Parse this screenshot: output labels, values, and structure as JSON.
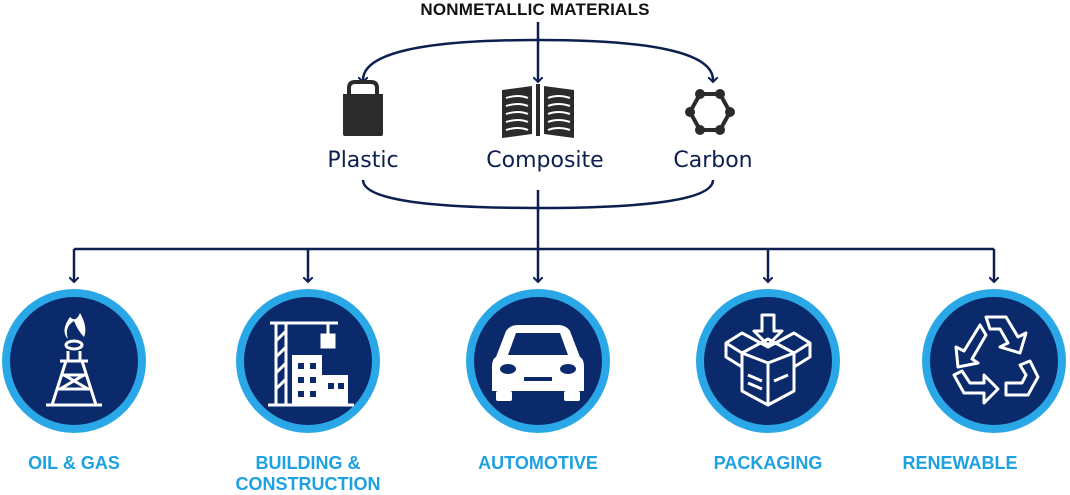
{
  "title": "NONMETALLIC MATERIALS",
  "materials": [
    {
      "label": "Plastic",
      "icon": "shopping-bag-icon"
    },
    {
      "label": "Composite",
      "icon": "layered-sheets-icon"
    },
    {
      "label": "Carbon",
      "icon": "hexagon-molecule-icon"
    }
  ],
  "applications": [
    {
      "label": "OIL & GAS",
      "icon": "oil-rig-flame-icon"
    },
    {
      "label": "BUILDING & CONSTRUCTION",
      "line1": "BUILDING &",
      "line2": "CONSTRUCTION",
      "icon": "construction-crane-icon"
    },
    {
      "label": "AUTOMOTIVE",
      "icon": "car-icon"
    },
    {
      "label": "PACKAGING",
      "icon": "open-box-arrow-icon"
    },
    {
      "label": "RENEWABLE",
      "icon": "recycle-arrows-icon"
    }
  ],
  "colors": {
    "connector": "#0d1f4f",
    "circle_fill": "#0b2a6b",
    "circle_ring": "#2aa7e6",
    "app_label": "#1da1e0",
    "material_label": "#0d1f4f",
    "material_icon": "#2b2b2b"
  }
}
